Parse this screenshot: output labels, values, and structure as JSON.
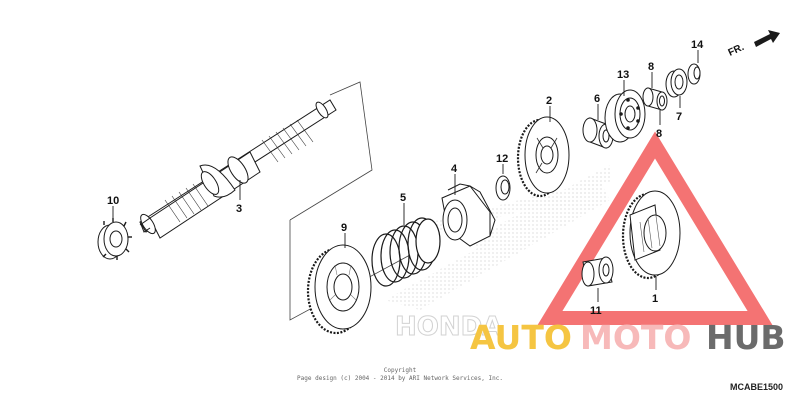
{
  "direction_label": "FR.",
  "part_labels": [
    {
      "id": "1",
      "text": "1"
    },
    {
      "id": "2",
      "text": "2"
    },
    {
      "id": "3",
      "text": "3"
    },
    {
      "id": "4",
      "text": "4"
    },
    {
      "id": "5",
      "text": "5"
    },
    {
      "id": "6",
      "text": "6"
    },
    {
      "id": "7",
      "text": "7"
    },
    {
      "id": "8a",
      "text": "8"
    },
    {
      "id": "8b",
      "text": "8"
    },
    {
      "id": "9",
      "text": "9"
    },
    {
      "id": "10",
      "text": "10"
    },
    {
      "id": "11",
      "text": "11"
    },
    {
      "id": "12",
      "text": "12"
    },
    {
      "id": "13",
      "text": "13"
    },
    {
      "id": "14",
      "text": "14"
    }
  ],
  "copyright": {
    "line1": "Copyright",
    "line2": "Page design (c) 2004 - 2014 by ARI Network Services, Inc."
  },
  "diagram_code": "MCABE1500",
  "watermark": {
    "part1": "AUTO",
    "part2": "MOTO",
    "part3": "HUB",
    "background_logo": "HONDA"
  },
  "colors": {
    "watermark_triangle": "#f25a5a",
    "watermark_yellow": "#f5c542",
    "watermark_pink": "#f7b9b9",
    "watermark_gray": "#6b6b6b",
    "line": "#1a1a1a"
  }
}
